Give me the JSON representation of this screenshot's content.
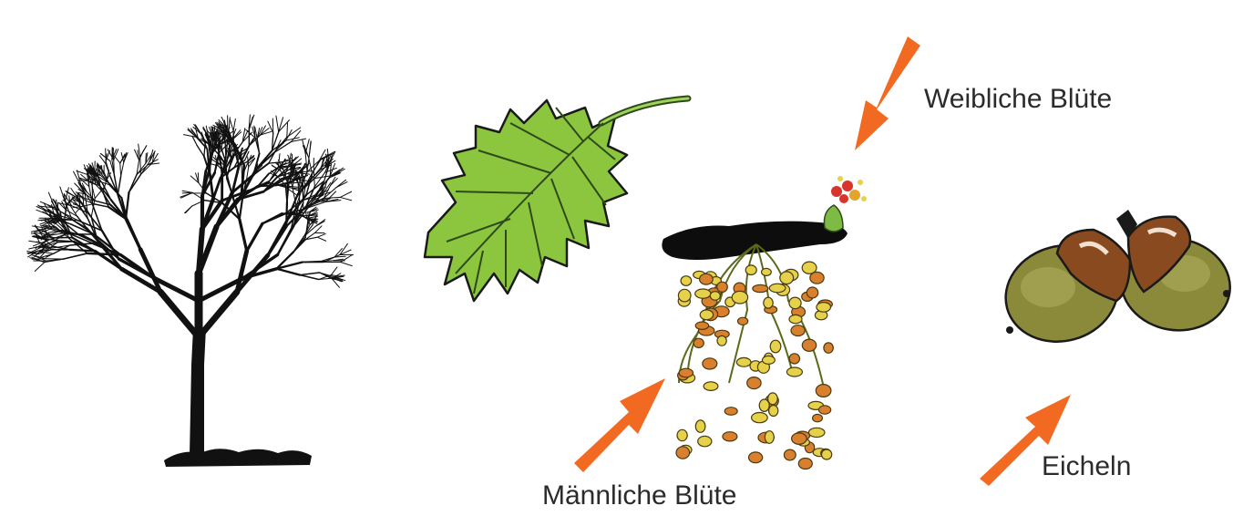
{
  "labels": {
    "female_flower": "Weibliche Blüte",
    "male_flower": "Männliche Blüte",
    "acorns": "Eicheln"
  },
  "colors": {
    "arrow": "#f26a21",
    "tree": "#111111",
    "leaf": "#8cc63f",
    "leaf_vein": "#2f4a1a",
    "branch": "#0d0d0d",
    "catkin_yellow": "#e6d24a",
    "catkin_orange": "#d9802e",
    "acorn_body": "#8a8a3a",
    "acorn_cap": "#8a4a20",
    "female_flower_red": "#d9342b",
    "female_flower_green": "#7dbb45"
  },
  "icons": {
    "tree": "tree-silhouette-icon",
    "leaf": "oak-leaf-icon",
    "branch": "twig-icon",
    "acorn": "acorn-icon",
    "arrow": "arrow-icon"
  }
}
